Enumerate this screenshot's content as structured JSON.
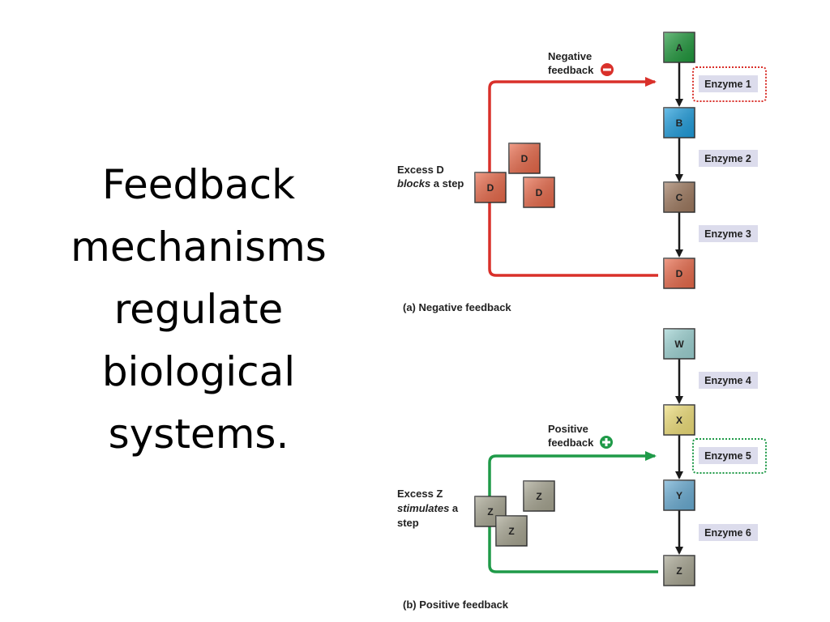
{
  "title": {
    "lines": [
      "Feedback",
      "mechanisms",
      "regulate",
      "biological",
      "systems."
    ]
  },
  "colors": {
    "negative_arrow": "#d9302a",
    "positive_arrow": "#1f9a48",
    "box_A": "#1f9a3c",
    "box_B": "#1e9fe0",
    "box_C": "#a07a5f",
    "box_D": "#ec6a4a",
    "box_W": "#9fd6d6",
    "box_X": "#f3e27a",
    "box_Y": "#6aaed6",
    "box_Z": "#a9a793",
    "enzyme_bg": "#dcdcec"
  },
  "negative": {
    "steps": [
      "A",
      "B",
      "C",
      "D"
    ],
    "enzymes": [
      "Enzyme 1",
      "Enzyme 2",
      "Enzyme 3"
    ],
    "arrow_label_1": "Negative",
    "arrow_label_2": "feedback",
    "sign": "−",
    "excess_line1": "Excess D",
    "excess_line2_em": "blocks",
    "excess_line2_rest": " a step",
    "free_molecules": [
      "D",
      "D",
      "D"
    ],
    "caption": "(a) Negative feedback"
  },
  "positive": {
    "steps": [
      "W",
      "X",
      "Y",
      "Z"
    ],
    "enzymes": [
      "Enzyme 4",
      "Enzyme 5",
      "Enzyme 6"
    ],
    "arrow_label_1": "Positive",
    "arrow_label_2": "feedback",
    "sign": "+",
    "excess_line1": "Excess Z",
    "excess_line2_em": "stimulates",
    "excess_line2_rest": " a",
    "excess_line3": "step",
    "free_molecules": [
      "Z",
      "Z",
      "Z"
    ],
    "caption": "(b) Positive feedback"
  }
}
